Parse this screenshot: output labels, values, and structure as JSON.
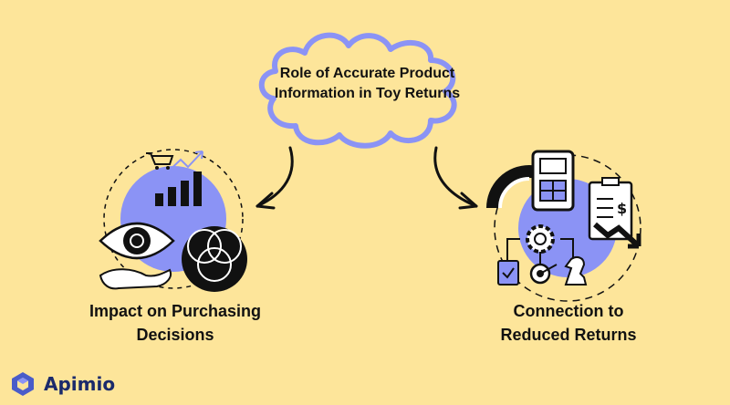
{
  "central": {
    "text": "Role of Accurate Product Information in Toy Returns"
  },
  "left_node": {
    "label": "Impact on Purchasing Decisions",
    "icon": "purchasing-decisions-illustration"
  },
  "right_node": {
    "label": "Connection to Reduced Returns",
    "icon": "reduced-returns-illustration"
  },
  "brand": {
    "name": "Apimio",
    "icon": "cube-logo-icon"
  },
  "colors": {
    "background": "#fde59a",
    "accent": "#8b93f5",
    "ink": "#111111",
    "brand": "#4a5cc9"
  }
}
